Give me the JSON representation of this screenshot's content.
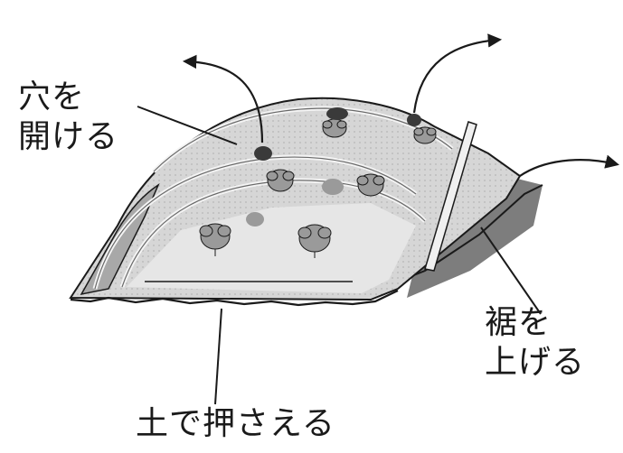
{
  "labels": {
    "open_holes": [
      "穴を",
      "開ける"
    ],
    "raise_hem": [
      "裾を",
      "上げる"
    ],
    "hold_with_soil": "土で押さえる"
  },
  "colors": {
    "ink": "#1a1a1a",
    "film_light": "#dcdcdc",
    "film_mid": "#b8b8b8",
    "ground_shadow": "#8a8a8a",
    "plant": "#9a9a9a",
    "hole": "#3a3a3a"
  },
  "icons": [
    "arrow-up-left-icon",
    "arrow-up-right-icon",
    "arrow-right-icon",
    "plant-icon"
  ]
}
